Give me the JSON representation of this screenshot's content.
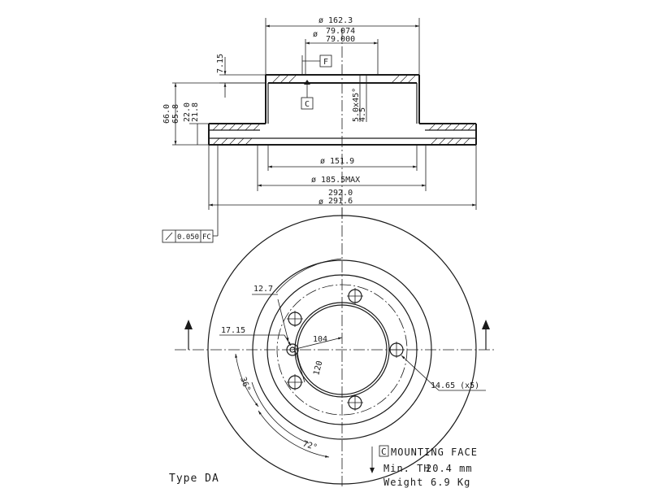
{
  "diagram": {
    "type_label": "Type DA",
    "dims": {
      "d_162": "ø 162.3",
      "d_79a": "79.074",
      "d_79b": "79.000",
      "d_79_prefix": "ø",
      "d_151": "ø 151.9",
      "d_185": "ø 185.5MAX",
      "d_292": "292.0",
      "d_291": "291.6",
      "d_292_prefix": "ø",
      "h_715": "7.15",
      "h_220": "22.0",
      "h_218": "21.8",
      "h_660": "66.0",
      "h_658": "65.8",
      "chamfer_a": "5.0x45°",
      "chamfer_b": "4.5",
      "pcd_104": "104",
      "pcd_120": "120",
      "d_127": "12.7",
      "d_1715": "17.15",
      "holes": "14.65 (x5)",
      "ang_36": "36°",
      "ang_72": "72°"
    },
    "datums": {
      "f": "F",
      "c": "C"
    },
    "tolerance": {
      "value": "0.050",
      "ref": "FC"
    },
    "notes": {
      "mounting_c": "C",
      "mounting": "MOUNTING FACE",
      "min_th_label": "Min. TH",
      "min_th_value": "20.4 mm",
      "weight_label": "Weight",
      "weight_value": "6.9 Kg"
    }
  }
}
